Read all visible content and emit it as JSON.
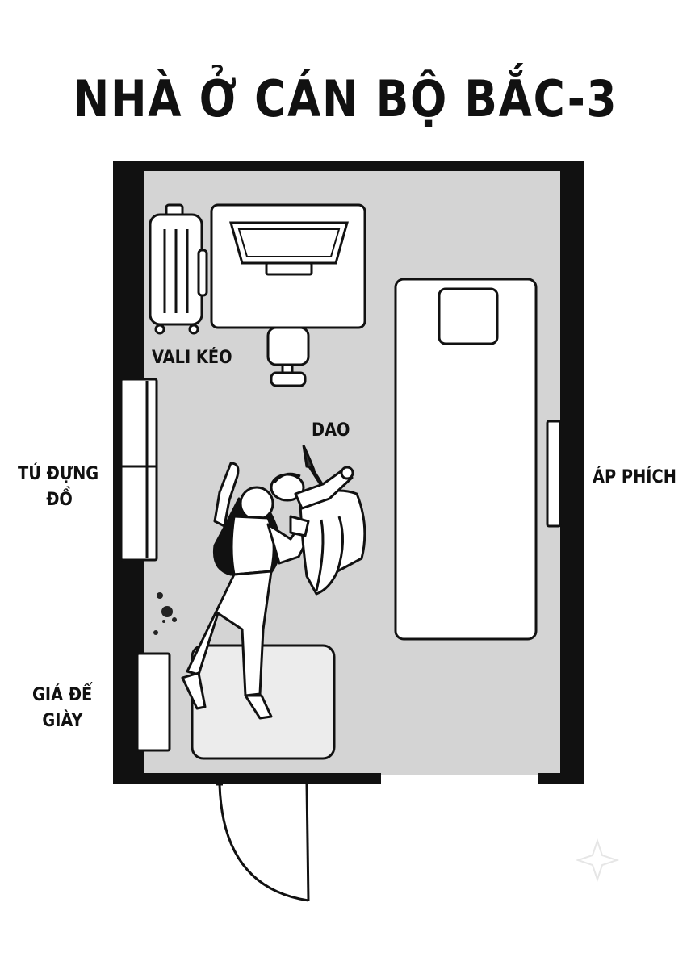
{
  "title": "NHÀ Ở CÁN BỘ BẮC-3",
  "labels": {
    "suitcase": "VALI KÉO",
    "knife": "DAO",
    "locker_line1": "TỦ ĐỰNG",
    "locker_line2": "ĐỒ",
    "poster": "ÁP PHÍCH",
    "shoe_rack_line1": "GIÁ ĐỂ",
    "shoe_rack_line2": "GIÀY"
  },
  "colors": {
    "floor": "#d4d4d4",
    "wall": "#111111",
    "furniture": "#ffffff",
    "outline": "#111111"
  }
}
